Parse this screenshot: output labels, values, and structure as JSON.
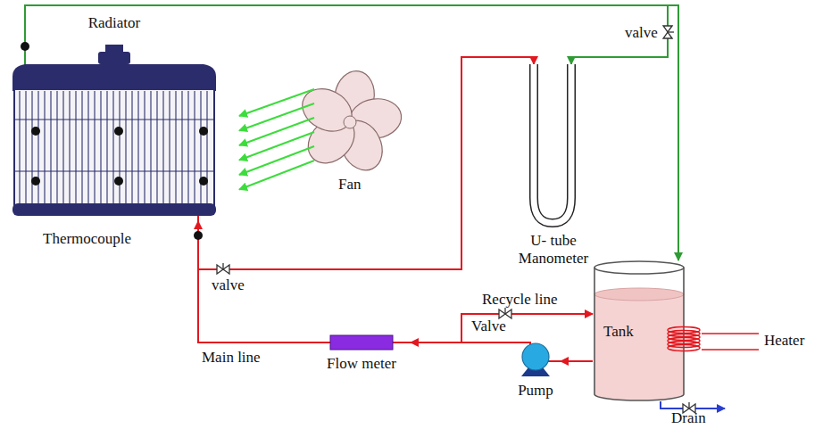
{
  "diagram": {
    "nodes": [
      {
        "text": [
          "Radiator"
        ]
      },
      {
        "text": [
          "U- tube Manometer"
        ]
      },
      {
        "text": [
          "Tank"
        ]
      },
      {
        "text": [
          "Flow meter"
        ]
      },
      {
        "text": [
          "Pump"
        ]
      }
    ],
    "edges": [
      {
        "from": 2,
        "to": 4,
        "arrow": "to"
      },
      {
        "from": 4,
        "to": 3,
        "arrow": "to"
      },
      {
        "from": 3,
        "to": 0,
        "arrow": "to"
      },
      {
        "from": 0,
        "to": 2,
        "arrow": "to"
      },
      {
        "from": 4,
        "to": 2,
        "label": "Recycle line",
        "arrow": "to"
      },
      {
        "from": 0,
        "to": 1,
        "arrow": "to"
      },
      {
        "from": 0,
        "to": 1,
        "arrow": "to"
      }
    ],
    "labels": [
      "Fan",
      "Thermocouple",
      "valve",
      "valve",
      "Valve",
      "Main line",
      "Heater",
      "Drain"
    ]
  }
}
